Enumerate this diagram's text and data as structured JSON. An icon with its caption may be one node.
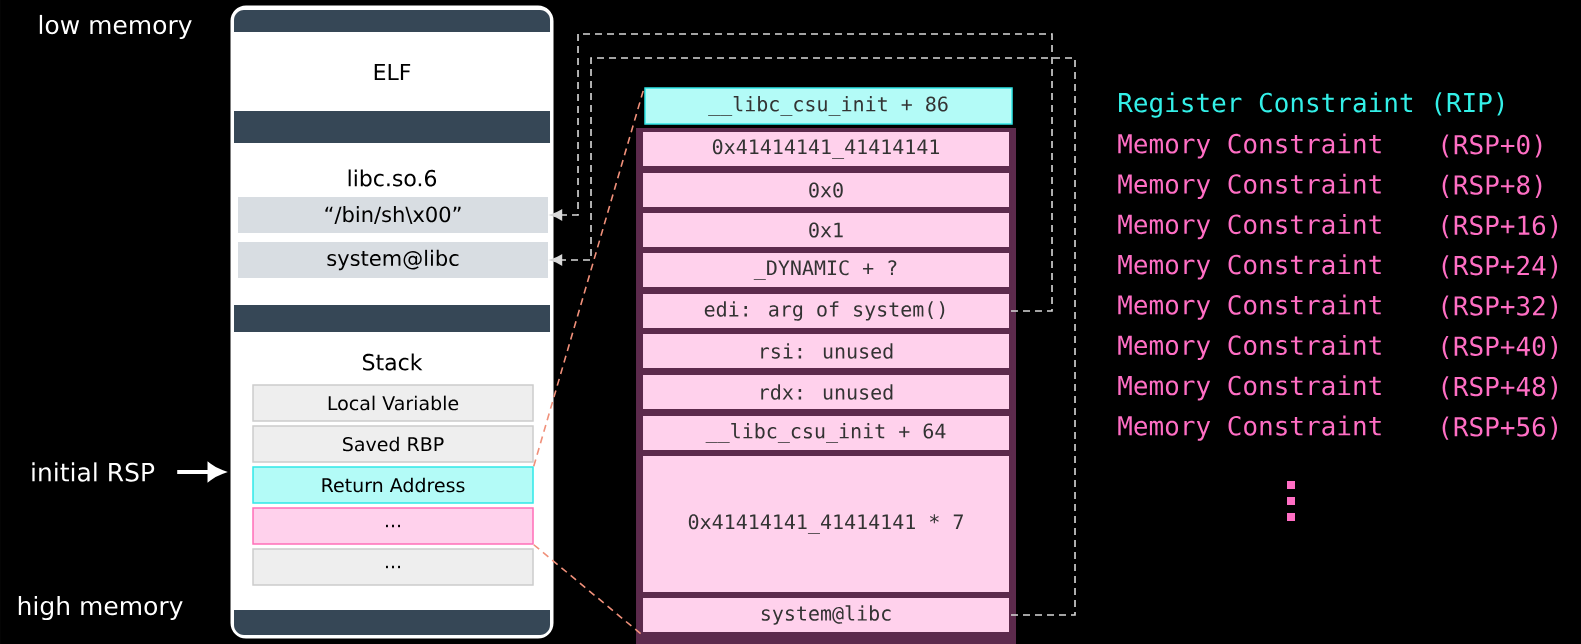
{
  "diagram": {
    "nodes": [
      {
        "text": [],
        "shape": "box"
      },
      {
        "text": [
          "ELF"
        ],
        "in": 0
      },
      {
        "text": [
          "libc.so.6"
        ],
        "in": 0
      },
      {
        "text": [
          "“/bin/sh\\x00”"
        ],
        "in": 2
      },
      {
        "text": [
          "system@libc"
        ],
        "in": 2
      },
      {
        "text": [
          "Stack"
        ],
        "in": 0
      },
      {
        "text": [
          "Local Variable"
        ],
        "in": 5
      },
      {
        "text": [
          "Saved RBP"
        ],
        "in": 5
      },
      {
        "text": [
          "Return Address"
        ],
        "in": 5
      },
      {
        "text": [
          "..."
        ],
        "in": 5
      },
      {
        "text": [
          "..."
        ],
        "in": 5
      },
      {
        "text": [
          "initial RSP"
        ]
      },
      {
        "text": [
          "__libc_csu_init + 86"
        ]
      },
      {
        "text": [
          "0x41414141_41414141"
        ]
      },
      {
        "text": [
          "0x0"
        ]
      },
      {
        "text": [
          "0x1"
        ]
      },
      {
        "text": [
          "_DYNAMIC + ?"
        ]
      },
      {
        "text": [
          "edi: arg of system()"
        ]
      },
      {
        "text": [
          "rsi: unused"
        ]
      },
      {
        "text": [
          "rdx: unused"
        ]
      },
      {
        "text": [
          "__libc_csu_init + 64"
        ]
      },
      {
        "text": [
          "0x41414141_41414141 * 7"
        ]
      },
      {
        "text": [
          "system@libc"
        ]
      }
    ],
    "edges": [
      {
        "from": 11,
        "to": 0,
        "arrow": "to",
        "style": "thick"
      },
      {
        "from": 17,
        "to": 3,
        "arrow": "to",
        "style": "dashed"
      },
      {
        "from": 22,
        "to": 4,
        "arrow": "to",
        "style": "dashed"
      },
      {
        "from": 8,
        "to": 12,
        "arrow": "none",
        "style": "dashed",
        "color": "#f0907a"
      },
      {
        "from": 9,
        "to": 22,
        "arrow": "none",
        "style": "dashed",
        "color": "#f0907a"
      }
    ],
    "labels": [
      "low memory",
      "high memory",
      "Register Constraint (RIP)",
      "Memory Constraint",
      "(RSP+0)",
      "Memory Constraint",
      "(RSP+8)",
      "Memory Constraint",
      "(RSP+16)",
      "Memory Constraint",
      "(RSP+24)",
      "Memory Constraint",
      "(RSP+32)",
      "Memory Constraint",
      "(RSP+40)",
      "Memory Constraint",
      "(RSP+48)",
      "Memory Constraint",
      "(RSP+56)"
    ]
  }
}
